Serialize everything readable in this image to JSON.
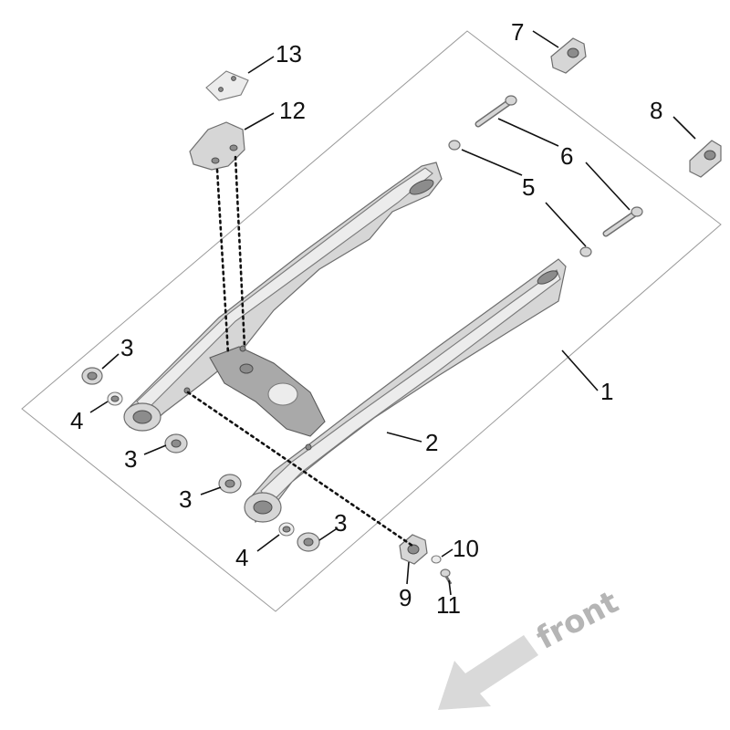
{
  "callouts": {
    "c1": "1",
    "c2": "2",
    "c3a": "3",
    "c3b": "3",
    "c3c": "3",
    "c3d": "3",
    "c4a": "4",
    "c4b": "4",
    "c5": "5",
    "c6": "6",
    "c7": "7",
    "c8": "8",
    "c9": "9",
    "c10": "10",
    "c11": "11",
    "c12": "12",
    "c13": "13"
  },
  "direction_label": "front",
  "colors": {
    "line": "#111111",
    "part_fill": "#d6d6d6",
    "direction_arrow": "#d9d9d9",
    "direction_text": "#b5b5b5"
  }
}
